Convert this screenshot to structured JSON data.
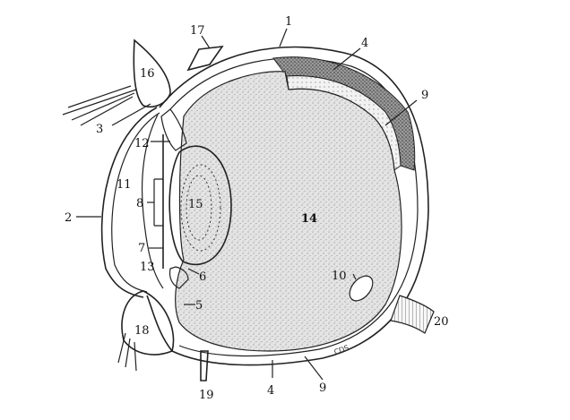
{
  "diagram": {
    "labels": {
      "l1": "1",
      "l2": "2",
      "l3": "3",
      "l4_top": "4",
      "l4_bottom": "4",
      "l5": "5",
      "l6": "6",
      "l7": "7",
      "l8": "8",
      "l9_top": "9",
      "l9_bottom": "9",
      "l10": "10",
      "l11": "11",
      "l12": "12",
      "l13": "13",
      "l14": "14",
      "l15": "15",
      "l16": "16",
      "l17": "17",
      "l18": "18",
      "l19": "19",
      "l20": "20"
    },
    "signature": "CDS."
  }
}
